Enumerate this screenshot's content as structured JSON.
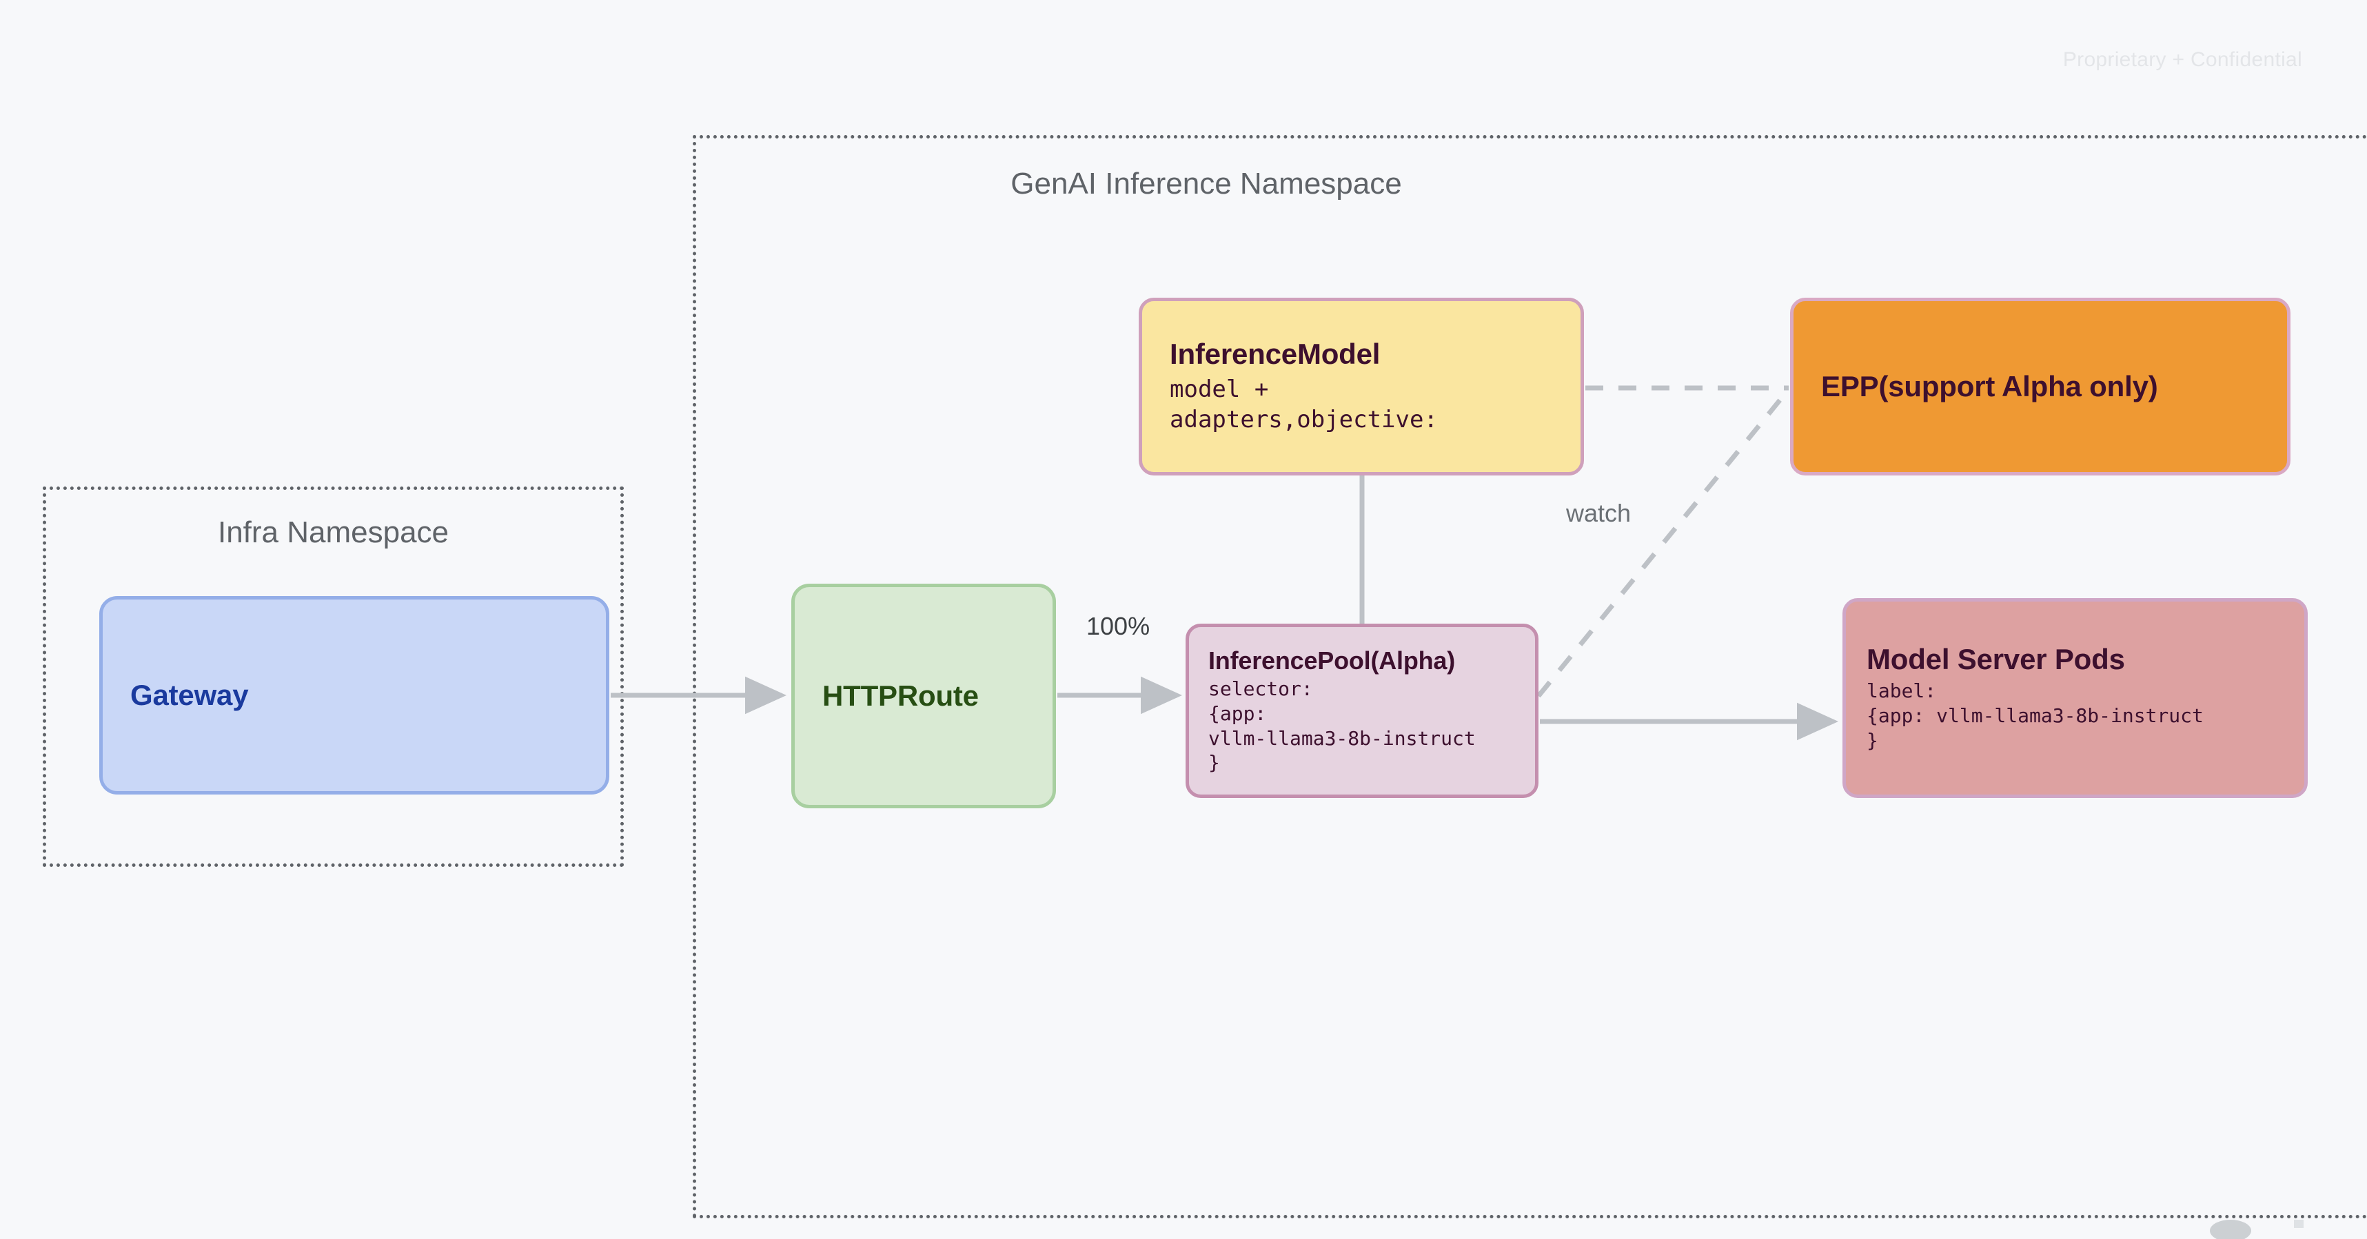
{
  "page": {
    "background_color": "#f7f8fa",
    "watermark": "Proprietary + Confidential"
  },
  "namespaces": [
    {
      "id": "infra",
      "title": "Infra Namespace",
      "border_style": "dotted",
      "border_color": "#5f6368"
    },
    {
      "id": "genai",
      "title": "GenAI Inference Namespace",
      "border_style": "dotted",
      "border_color": "#5f6368"
    }
  ],
  "nodes": {
    "gateway": {
      "title": "Gateway",
      "fill": "#c9d7f7",
      "border": "#94aee8",
      "text_color": "#1a3a9e"
    },
    "httproute": {
      "title": "HTTPRoute",
      "fill": "#d9ead3",
      "border": "#a8cfa0",
      "text_color": "#274e13"
    },
    "inferencemodel": {
      "title": "InferenceModel",
      "subtitle": "model +\nadapters,objective:",
      "fill": "#fae6a0",
      "border": "#cfa0bb",
      "text_color": "#3d102e"
    },
    "inferencepool": {
      "title": "InferencePool(Alpha)",
      "subtitle": "selector:\n{app:\nvllm-llama3-8b-instruct\n}",
      "fill": "#e6d3e0",
      "border": "#c48fae",
      "text_color": "#3d102e"
    },
    "epp": {
      "title": "EPP(support Alpha only)",
      "fill": "#ef9933",
      "border": "#d9a9c4",
      "text_color": "#3d102e"
    },
    "modelserverpods": {
      "title": "Model Server Pods",
      "subtitle": "label:\n{app: vllm-llama3-8b-instruct\n}",
      "fill": "#dda1a1",
      "border": "#cfa6c6",
      "text_color": "#3d102e"
    }
  },
  "edges": [
    {
      "id": "gateway-to-httproute",
      "from": "gateway",
      "to": "httproute",
      "style": "solid-arrow",
      "label": ""
    },
    {
      "id": "httproute-to-inferencepool",
      "from": "httproute",
      "to": "inferencepool",
      "style": "solid-arrow",
      "label": "100%"
    },
    {
      "id": "inferencemodel-to-inferencepool",
      "from": "inferencemodel",
      "to": "inferencepool",
      "style": "solid-line",
      "label": ""
    },
    {
      "id": "inferencepool-to-modelserverpods",
      "from": "inferencepool",
      "to": "modelserverpods",
      "style": "solid-arrow",
      "label": ""
    },
    {
      "id": "inferencemodel-to-epp",
      "from": "inferencemodel",
      "to": "epp",
      "style": "dashed-line",
      "label": ""
    },
    {
      "id": "inferencepool-to-epp",
      "from": "inferencepool",
      "to": "epp",
      "style": "dashed-line",
      "label": "watch"
    }
  ],
  "edge_labels": {
    "traffic_split": "100%",
    "watch": "watch"
  },
  "colors": {
    "edge_stroke": "#bdc1c6",
    "namespace_border": "#5f6368",
    "label_text": "#3c4043",
    "muted_text": "#6b7075"
  }
}
